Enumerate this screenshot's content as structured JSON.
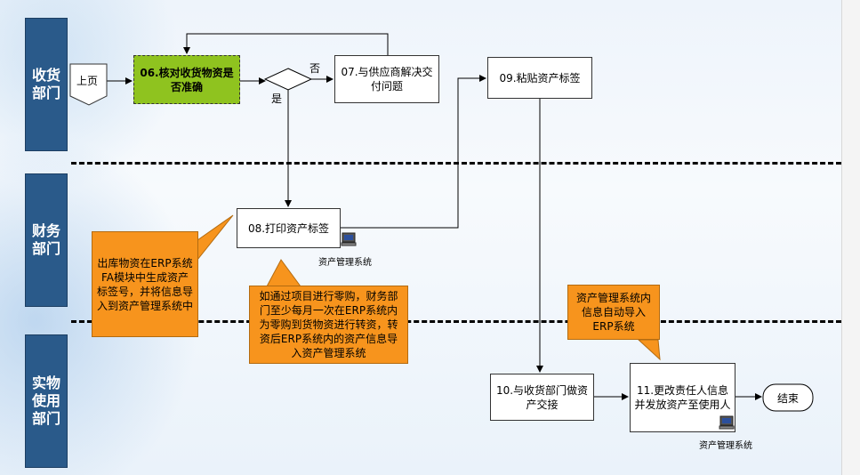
{
  "lanes": {
    "receiving": "收货部门",
    "finance": "财务部门",
    "usage": "实物使用部门"
  },
  "nodes": {
    "prev_page": "上页",
    "step06": "06.核对收货物资是否准确",
    "step07": "07.与供应商解决交付问题",
    "step08": "08.打印资产标签",
    "step09": "09.粘贴资产标签",
    "step10": "10.与收货部门做资产交接",
    "step11": "11.更改责任人信息并发放资产至使用人",
    "end": "结束"
  },
  "decision": {
    "no": "否",
    "yes": "是"
  },
  "notes": {
    "note_erp": "出库物资在ERP系统FA模块中生成资产标签号，并将信息导入到资产管理系统中",
    "note_project": "如通过项目进行零购，财务部门至少每月一次在ERP系统内为零购到货物资进行转资，转资后ERP系统内的资产信息导入资产管理系统",
    "note_auto": "资产管理系统内信息自动导入ERP系统"
  },
  "system_label": "资产管理系统",
  "colors": {
    "lane": "#2a5a8a",
    "highlight": "#8fc31f",
    "note": "#f7941d"
  }
}
